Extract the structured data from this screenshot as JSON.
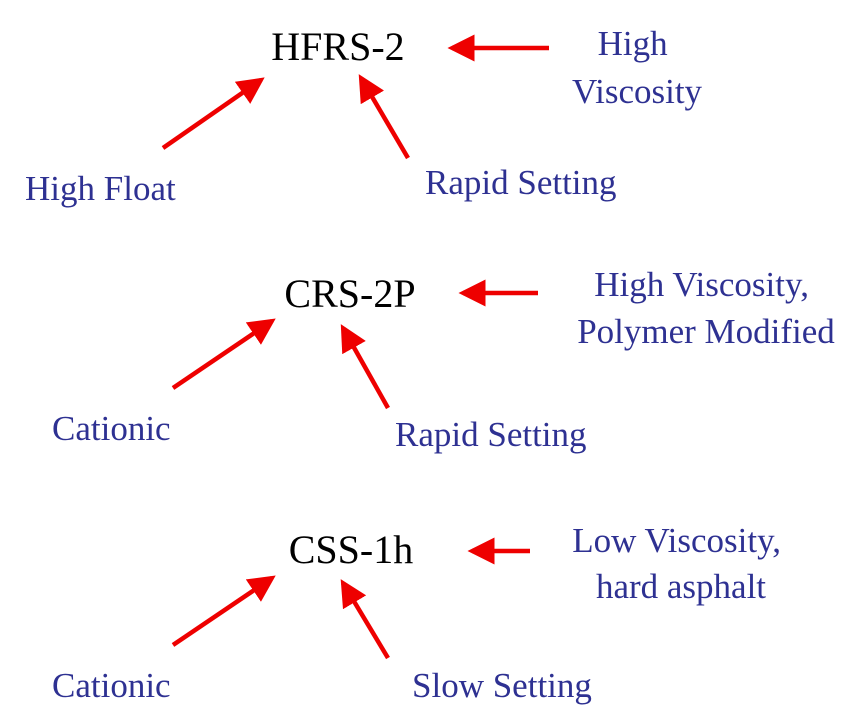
{
  "colors": {
    "code_text": "#000000",
    "label_text": "#2E3192",
    "arrow": "#EE0000"
  },
  "diagrams": [
    {
      "code": "HFRS-2",
      "right_label": [
        "High",
        "Viscosity"
      ],
      "left_label": "High Float",
      "bottom_label": "Rapid Setting"
    },
    {
      "code": "CRS-2P",
      "right_label": [
        "High Viscosity,",
        "Polymer Modified"
      ],
      "left_label": "Cationic",
      "bottom_label": "Rapid Setting"
    },
    {
      "code": "CSS-1h",
      "right_label": [
        "Low Viscosity,",
        "hard asphalt"
      ],
      "left_label": "Cationic",
      "bottom_label": "Slow Setting"
    }
  ]
}
